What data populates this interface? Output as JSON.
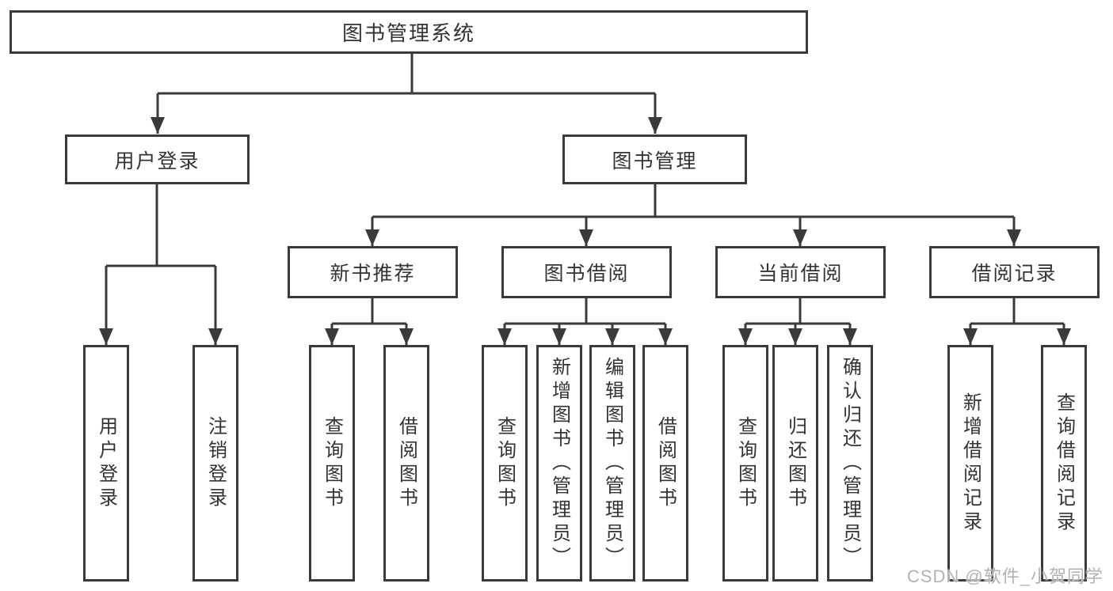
{
  "tree": {
    "label": "图书管理系统",
    "children": [
      {
        "label": "用户登录",
        "children": [
          {
            "label": "用户登录"
          },
          {
            "label": "注销登录"
          }
        ]
      },
      {
        "label": "图书管理",
        "children": [
          {
            "label": "新书推荐",
            "children": [
              {
                "label": "查询图书"
              },
              {
                "label": "借阅图书"
              }
            ]
          },
          {
            "label": "图书借阅",
            "children": [
              {
                "label": "查询图书"
              },
              {
                "label": "新增图书（管理员）"
              },
              {
                "label": "编辑图书（管理员）"
              },
              {
                "label": "借阅图书"
              }
            ]
          },
          {
            "label": "当前借阅",
            "children": [
              {
                "label": "查询图书"
              },
              {
                "label": "归还图书"
              },
              {
                "label": "确认归还（管理员）"
              }
            ]
          },
          {
            "label": "借阅记录",
            "children": [
              {
                "label": "新增借阅记录"
              },
              {
                "label": "查询借阅记录"
              }
            ]
          }
        ]
      }
    ]
  },
  "watermark": {
    "text": "CSDN @软件_小贺同学"
  },
  "colors": {
    "line": "#3a3a3a",
    "box_border": "#3a3a3a",
    "text": "#333333",
    "background": "#ffffff",
    "watermark": "#b2b2b2"
  }
}
